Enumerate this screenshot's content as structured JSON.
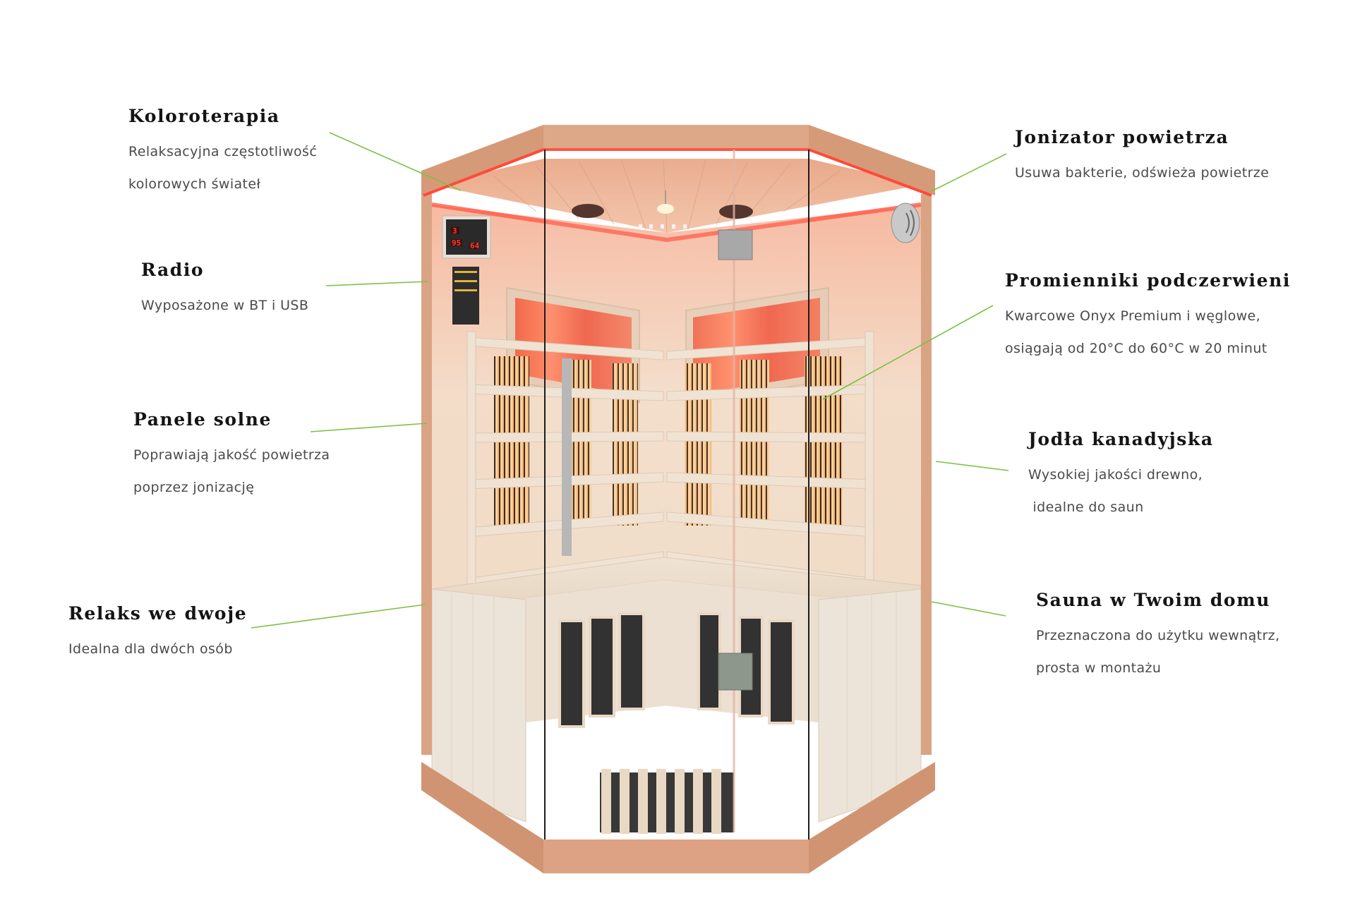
{
  "colors": {
    "background": "#ffffff",
    "leader_line": "#7cc142",
    "title_text": "#141414",
    "desc_text": "#4a4a4a",
    "wood_frame": "#d9a483",
    "wood_interior": "#ecd6bf",
    "red_led": "#ff4a3a"
  },
  "product": {
    "name": "Infrared corner sauna",
    "control_panel": {
      "display_1": "3",
      "display_2": "95",
      "display_3": "64"
    }
  },
  "features": {
    "left": [
      {
        "title": "Koloroterapia",
        "desc": [
          "Relaksacyjna częstotliwość",
          "kolorowych świateł"
        ]
      },
      {
        "title": "Radio",
        "desc": [
          "Wyposażone w BT i USB"
        ]
      },
      {
        "title": "Panele solne",
        "desc": [
          "Poprawiają jakość powietrza",
          "poprzez jonizację"
        ]
      },
      {
        "title": "Relaks we dwoje",
        "desc": [
          "Idealna dla dwóch osób"
        ]
      }
    ],
    "right": [
      {
        "title": "Jonizator powietrza",
        "desc": [
          "Usuwa bakterie, odświeża powietrze"
        ]
      },
      {
        "title": "Promienniki podczerwieni",
        "desc": [
          "Kwarcowe Onyx Premium i węglowe,",
          "osiągają od 20°C do 60°C w 20 minut"
        ]
      },
      {
        "title": "Jodła kanadyjska",
        "desc": [
          "Wysokiej jakości drewno,",
          " idealne do saun"
        ]
      },
      {
        "title": "Sauna w Twoim domu",
        "desc": [
          "Przeznaczona do użytku wewnątrz,",
          "prosta w montażu"
        ]
      }
    ]
  }
}
